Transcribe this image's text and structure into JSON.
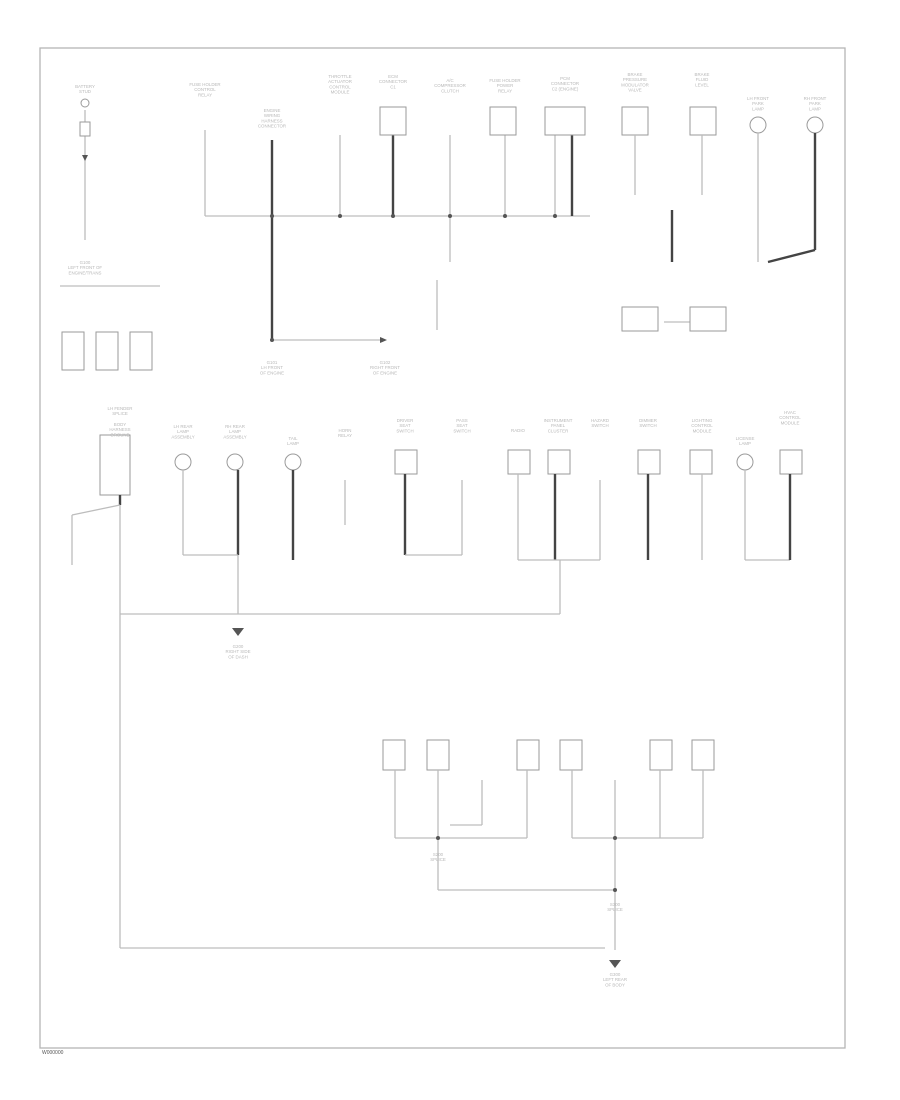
{
  "figure_id": "W000000",
  "colors": {
    "wire": "#bdbdbd",
    "wire_heavy": "#444444",
    "frame": "#b5b5b5",
    "text": "#b8b8b8"
  },
  "components": [
    {
      "key": "battery",
      "label": "BATTERY\nSTUD"
    },
    {
      "key": "fuse_relay",
      "label": "FUSE HOLDER\nCONTROL\nRELAY"
    },
    {
      "key": "engine_comp",
      "label": "ENGINE\nWIRING\nHARNESS\nCONNECTOR"
    },
    {
      "key": "throttle",
      "label": "THROTTLE\nACTUATOR\nCONTROL\nMODULE"
    },
    {
      "key": "ecm",
      "label": "ECM\nCONNECTOR\nC1"
    },
    {
      "key": "ac_comp",
      "label": "A/C\nCOMPRESSOR\nCLUTCH"
    },
    {
      "key": "fuse_block",
      "label": "FUSE HOLDER\nPOWER\nRELAY"
    },
    {
      "key": "pcm",
      "label": "PCM\nCONNECTOR\nC2 (ENGINE)"
    },
    {
      "key": "brake_module",
      "label": "BRAKE\nPRESSURE\nMODULATOR\nVALVE"
    },
    {
      "key": "brake_switch",
      "label": "BRAKE\nFLUID\nLEVEL"
    },
    {
      "key": "lh_lamp",
      "label": "LH FRONT\nPARK\nLAMP"
    },
    {
      "key": "rh_lamp",
      "label": "RH FRONT\nPARK\nLAMP"
    },
    {
      "key": "g1_label",
      "label": "G100\nLEFT FRONT OF\nENGINE/TRANS"
    },
    {
      "key": "g2_label",
      "label": "G101\nLH FRONT\nOF ENGINE"
    },
    {
      "key": "g3_label",
      "label": "G102\nRIGHT FRONT\nOF ENGINE"
    },
    {
      "key": "lh_fender",
      "label": "LH FENDER\nSPLICE"
    },
    {
      "key": "body",
      "label": "BODY\nHARNESS\nGROUND"
    },
    {
      "key": "rear_lh",
      "label": "LH REAR\nLAMP\nASSEMBLY"
    },
    {
      "key": "rear_rh",
      "label": "RH REAR\nLAMP\nASSEMBLY"
    },
    {
      "key": "tail",
      "label": "TAIL\nLAMP"
    },
    {
      "key": "horn",
      "label": "HORN\nRELAY"
    },
    {
      "key": "seat_lh",
      "label": "DRIVER\nSEAT\nSWITCH"
    },
    {
      "key": "seat_rh",
      "label": "PASS\nSEAT\nSWITCH"
    },
    {
      "key": "radio",
      "label": "RADIO"
    },
    {
      "key": "cluster",
      "label": "INSTRUMENT\nPANEL\nCLUSTER"
    },
    {
      "key": "hazard",
      "label": "HAZARD\nSWITCH"
    },
    {
      "key": "dim",
      "label": "DIMMER\nSWITCH"
    },
    {
      "key": "lighting",
      "label": "LIGHTING\nCONTROL\nMODULE"
    },
    {
      "key": "lamp2",
      "label": "LICENSE\nLAMP"
    },
    {
      "key": "hvac",
      "label": "HVAC\nCONTROL\nMODULE"
    },
    {
      "key": "g4_label",
      "label": "G200\nRIGHT SIDE\nOF DASH"
    },
    {
      "key": "g5_label",
      "label": "G300\nLEFT REAR\nOF BODY"
    },
    {
      "key": "splice1",
      "label": "S200\nSPLICE"
    },
    {
      "key": "splice2",
      "label": "S300\nSPLICE"
    }
  ]
}
